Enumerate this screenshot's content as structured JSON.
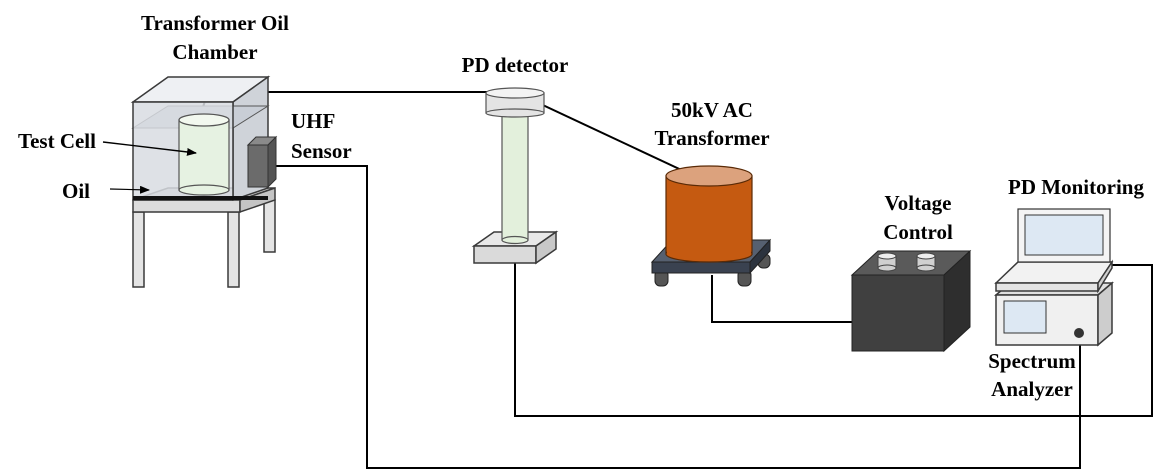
{
  "labels": {
    "chamber_line1": "Transformer Oil",
    "chamber_line2": "Chamber",
    "test_cell": "Test Cell",
    "oil": "Oil",
    "uhf_line1": "UHF",
    "uhf_line2": "Sensor",
    "pd_detector": "PD detector",
    "ac_line1": "50kV AC",
    "ac_line2": "Transformer",
    "voltage_line1": "Voltage",
    "voltage_line2": "Control",
    "pd_monitoring": "PD Monitoring",
    "spectrum_line1": "Spectrum",
    "spectrum_line2": "Analyzer"
  },
  "colors": {
    "chamber_glass": "#d8dce2",
    "oil_fill": "#c9ced6",
    "test_cell": "#e6f2e2",
    "sensor": "#6b6b6b",
    "detector_column": "#e3f0dc",
    "transformer_body": "#c55a11",
    "transformer_top": "#dca27d",
    "transformer_base": "#3a4250",
    "voltage_box": "#404040",
    "analyzer_body": "#f0f0f0",
    "screen": "#dde8f3"
  }
}
